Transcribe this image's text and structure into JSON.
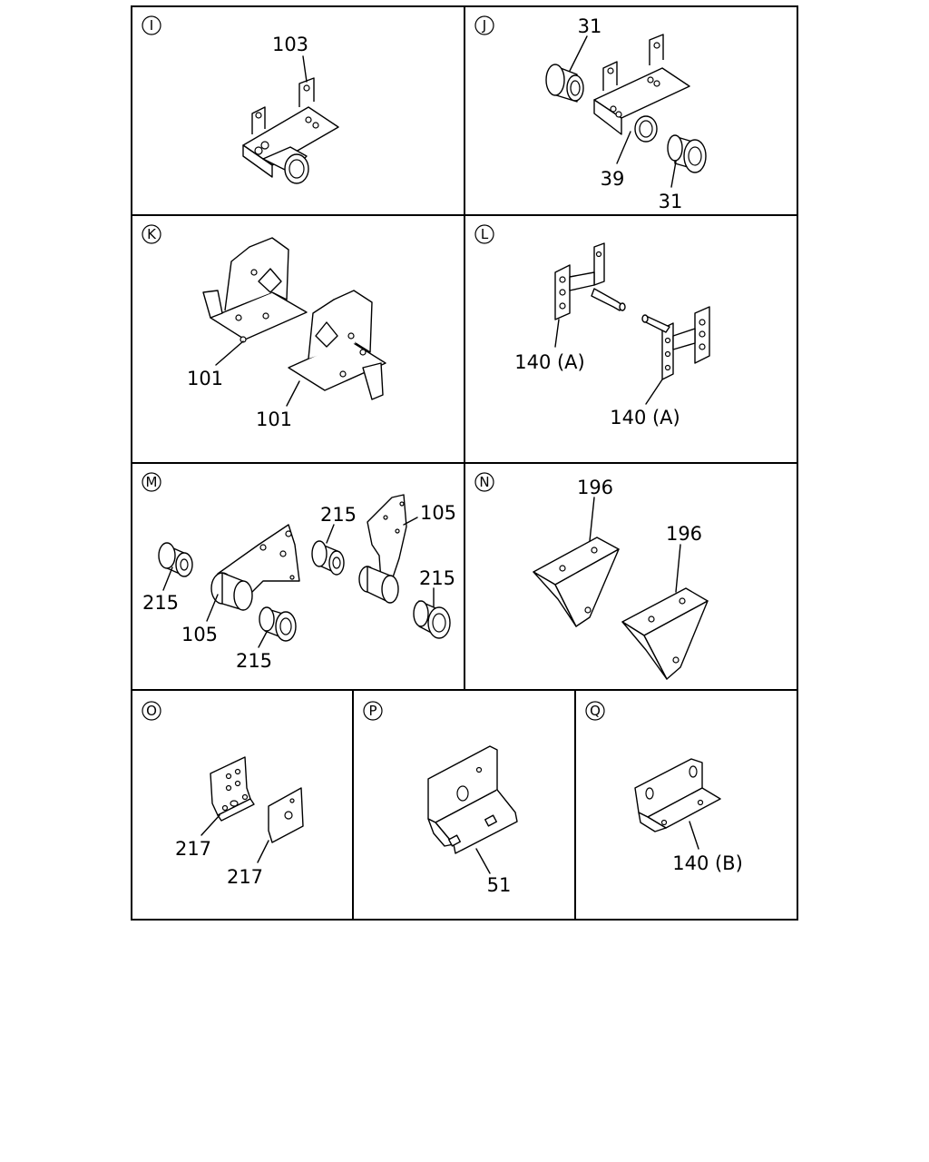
{
  "panels": {
    "I": {
      "letter": "I",
      "callouts": [
        "103"
      ]
    },
    "J": {
      "letter": "J",
      "callouts": [
        "31",
        "39",
        "31"
      ]
    },
    "K": {
      "letter": "K",
      "callouts": [
        "101",
        "101"
      ]
    },
    "L": {
      "letter": "L",
      "callouts": [
        "140 (A)",
        "140 (A)"
      ]
    },
    "M": {
      "letter": "M",
      "callouts": [
        "215",
        "105",
        "215",
        "215",
        "105",
        "215"
      ]
    },
    "N": {
      "letter": "N",
      "callouts": [
        "196",
        "196"
      ]
    },
    "O": {
      "letter": "O",
      "callouts": [
        "217",
        "217"
      ]
    },
    "P": {
      "letter": "P",
      "callouts": [
        "51"
      ]
    },
    "Q": {
      "letter": "Q",
      "callouts": [
        "140 (B)"
      ]
    }
  }
}
